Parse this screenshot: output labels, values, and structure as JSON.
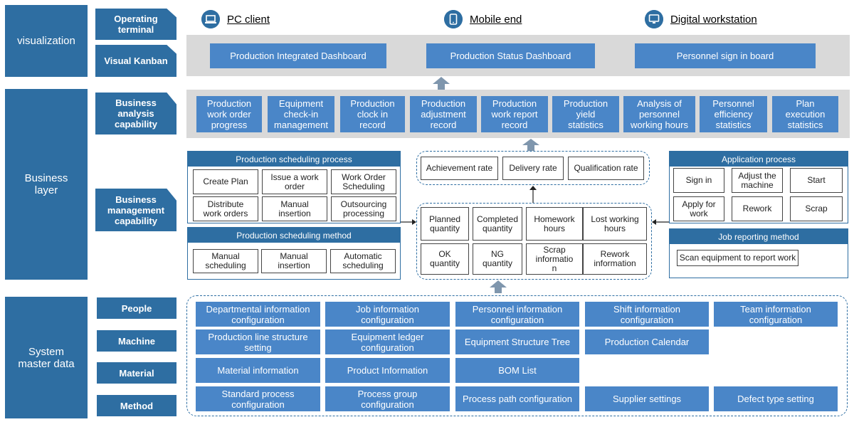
{
  "layers": {
    "visualization": "visualization",
    "business": "Business\nlayer",
    "system": "System\nmaster data"
  },
  "tabs": {
    "operating_terminal": "Operating\nterminal",
    "visual_kanban": "Visual Kanban",
    "business_analysis": "Business\nanalysis\ncapability",
    "business_management": "Business\nmanagement\ncapability",
    "people": "People",
    "machine": "Machine",
    "material": "Material",
    "method": "Method"
  },
  "terminals": {
    "pc": "PC client",
    "mobile": "Mobile end",
    "workstation": "Digital workstation"
  },
  "boards": {
    "integrated": "Production Integrated Dashboard",
    "status": "Production Status Dashboard",
    "personnel": "Personnel sign in board"
  },
  "analysis": [
    "Production\nwork order\nprogress",
    "Equipment\ncheck-in\nmanagement",
    "Production\nclock in\nrecord",
    "Production\nadjustment\nrecord",
    "Production\nwork report\nrecord",
    "Production\nyield\nstatistics",
    "Analysis of\npersonnel\nworking hours",
    "Personnel\nefficiency\nstatistics",
    "Plan\nexecution\nstatistics"
  ],
  "scheduling_process": {
    "title": "Production scheduling process",
    "items": [
      "Create Plan",
      "Issue a work\norder",
      "Work Order\nScheduling",
      "Distribute\nwork orders",
      "Manual\ninsertion",
      "Outsourcing\nprocessing"
    ]
  },
  "scheduling_method": {
    "title": "Production scheduling method",
    "items": [
      "Manual\nscheduling",
      "Manual\ninsertion",
      "Automatic\nscheduling"
    ]
  },
  "rates": [
    "Achievement rate",
    "Delivery rate",
    "Qualification rate"
  ],
  "quantities": [
    "Planned\nquantity",
    "Completed\nquantity",
    "Homework\nhours",
    "Lost working\nhours",
    "OK\nquantity",
    "NG\nquantity",
    "Scrap\ninformatio\nn",
    "Rework\ninformation"
  ],
  "application_process": {
    "title": "Application process",
    "items": [
      "Sign in",
      "Adjust the\nmachine",
      "Start",
      "Apply for\nwork",
      "Rework",
      "Scrap"
    ]
  },
  "job_reporting": {
    "title": "Job reporting method",
    "items": [
      "Scan equipment to report work"
    ]
  },
  "master_data": {
    "row1": [
      "Departmental information\nconfiguration",
      "Job information\nconfiguration",
      "Personnel information\nconfiguration",
      "Shift information\nconfiguration",
      "Team information\nconfiguration"
    ],
    "row2": [
      "Production line structure\nsetting",
      "Equipment ledger\nconfiguration",
      "Equipment Structure Tree",
      "Production Calendar"
    ],
    "row3": [
      "Material information",
      "Product Information",
      "BOM List"
    ],
    "row4": [
      "Standard process\nconfiguration",
      "Process group\nconfiguration",
      "Process path configuration",
      "Supplier settings",
      "Defect type setting"
    ]
  },
  "colors": {
    "primary": "#2e6ea2",
    "secondary": "#4a86c8",
    "band": "#d9d9d9"
  }
}
